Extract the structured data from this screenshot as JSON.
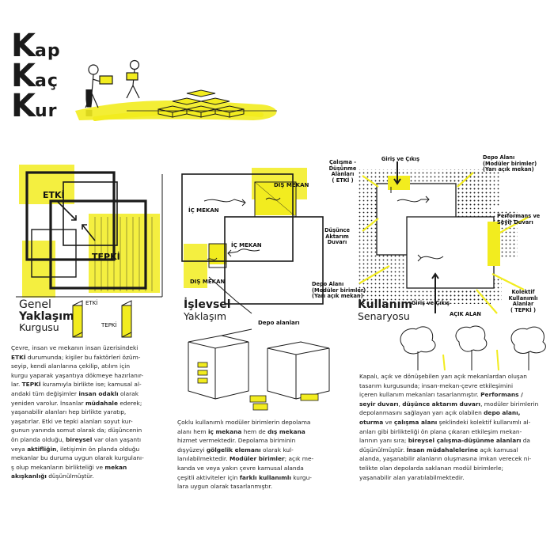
{
  "logo": {
    "row1": [
      "K",
      "ap"
    ],
    "row2": [
      "K",
      "aç"
    ],
    "row3": [
      "K",
      "ur"
    ],
    "exclamation": "!"
  },
  "colors": {
    "accent": "#f2ec1f",
    "ink": "#1a1a1a"
  },
  "diagram1": {
    "label_etki": "ETKİ",
    "label_tepki": "TEPKİ",
    "title": [
      "Genel",
      "Yaklaşım",
      "Kurgusu"
    ],
    "icon_label_etki": "ETKİ",
    "icon_label_tepki": "TEPKİ"
  },
  "diagram2": {
    "dis_mekan_top": "DIŞ MEKAN",
    "ic_mekan_top": "İÇ MEKAN",
    "ic_mekan_bottom": "İÇ MEKAN",
    "dis_mekan_bottom": "DIŞ MEKAN",
    "depo_alanlari": "Depo alanları",
    "title": [
      "İşlevsel",
      "Yaklaşım"
    ]
  },
  "diagram3": {
    "calisma_alani": [
      "Çalışma -",
      "Düşünme",
      "Alanları",
      "( ETKİ )"
    ],
    "giris_cikis_top": "Giriş ve Çıkış",
    "depo_alani_top": [
      "Depo Alanı",
      "(Modüler birimler)",
      "(Yarı açık mekan)"
    ],
    "performans": [
      "Performans ve",
      "Seyir Duvarı"
    ],
    "dusunce": [
      "Düşünce",
      "Aktarım",
      "Duvarı"
    ],
    "depo_alani_bottom": [
      "Depo Alanı",
      "(Modüler birimler)",
      "(Yarı açık mekan)"
    ],
    "kolektif": [
      "Kolektif",
      "Kullanımlı",
      "Alanlar",
      "( TEPKİ )"
    ],
    "giris_cikis_bottom": "Giriş ve Çıkış",
    "acik_alan": "AÇIK ALAN",
    "title": [
      "Kullanım",
      "Senaryosu"
    ]
  },
  "text1": {
    "lines": [
      [
        "Çevre, insan ve mekanın insan üzerisindeki"
      ],
      [
        {
          "b": "ETKİ"
        },
        " durumunda; kişiler bu faktörleri özüm-"
      ],
      [
        "seyip, kendi alanlarına çekilip, atılım için"
      ],
      [
        "kurgu yaparak yaşantıya dökmeye hazırlanır-"
      ],
      [
        "lar. ",
        {
          "b": "TEPKİ"
        },
        " kuramıyla birlikte ise; kamusal al-"
      ],
      [
        "andaki tüm değişimler ",
        {
          "b": "insan odaklı"
        },
        " olarak"
      ],
      [
        "yeniden varolur. İnsanlar ",
        {
          "b": "müdahale"
        },
        " ederek;"
      ],
      [
        "yaşanabilir alanları hep birlikte yaratıp,"
      ],
      [
        "yaşatırlar. Etki ve tepki alanları soyut kur-"
      ],
      [
        "gunun yanında somut olarak da; düşüncenin"
      ],
      [
        "ön planda olduğu, ",
        {
          "b": "bireysel"
        },
        " var olan yaşantı"
      ],
      [
        "veya ",
        {
          "b": "aktifliğin"
        },
        ", iletişimin ön planda olduğu"
      ],
      [
        "mekanlar bu duruma uygun olarak kurgulanı-"
      ],
      [
        "ş olup mekanların birlikteliği ve ",
        {
          "b": "mekan"
        }
      ],
      [
        {
          "b": "akışkanlığı"
        },
        " düşünülmüştür."
      ]
    ]
  },
  "text2": {
    "lines": [
      [
        "Çoklu kullanımlı modüler birimlerin depolama"
      ],
      [
        "alanı hem ",
        {
          "b": "iç mekana"
        },
        " hem de ",
        {
          "b": "dış mekana"
        }
      ],
      [
        "hizmet vermektedir. Depolama biriminin"
      ],
      [
        "dışyüzeyi ",
        {
          "b": "gölgelik elemanı"
        },
        " olarak kul-"
      ],
      [
        "lanılabilmektedir. ",
        {
          "b": "Modüler birimler"
        },
        "; açık me-"
      ],
      [
        "kanda ve veya yakın çevre kamusal alanda"
      ],
      [
        "çeşitli aktiviteler için ",
        {
          "b": "farklı kullanımlı"
        },
        " kurgu-"
      ],
      [
        "lara uygun olarak tasarlanmıştır."
      ]
    ]
  },
  "text3": {
    "lines": [
      [
        "Kapalı, açık ve dönüşebilen yarı açık mekanlardan oluşan"
      ],
      [
        "tasarım kurgusunda; insan-mekan-çevre etkileşimini"
      ],
      [
        "içeren kullanım mekanları tasarlanmıştır. ",
        {
          "b": "Performans /"
        }
      ],
      [
        {
          "b": "seyir duvarı"
        },
        ", ",
        {
          "b": "düşünce aktarım duvarı"
        },
        ", modüler birimlerin"
      ],
      [
        "depolanmasını sağlayan yarı açık olabilen ",
        {
          "b": "depo alanı,"
        }
      ],
      [
        {
          "b": "oturma"
        },
        " ve ",
        {
          "b": "çalışma alanı"
        },
        " şeklindeki kolektif kullanımlı al-"
      ],
      [
        "anları gibi birlikteliği ön plana çıkaran etkileşim mekan-"
      ],
      [
        "larının yanı sıra; ",
        {
          "b": "bireysel çalışma-düşünme alanları"
        },
        " da"
      ],
      [
        "düşünülmüştür. ",
        {
          "b": "İnsan müdahalelerine"
        },
        " açık kamusal"
      ],
      [
        "alanda, yaşanabilir alanların oluşmasına imkan verecek ni-"
      ],
      [
        "telikte olan depolarda saklanan modül birimlerle;"
      ],
      [
        "yaşanabilir alan yaratılabilmektedir."
      ]
    ]
  }
}
